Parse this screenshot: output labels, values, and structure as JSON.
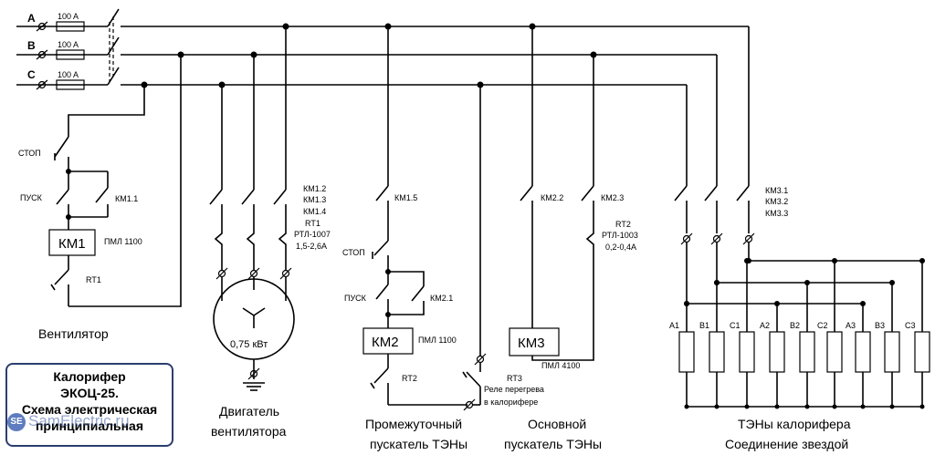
{
  "phases": [
    "A",
    "B",
    "C"
  ],
  "fuse_rating": "100 A",
  "fan": {
    "stop": "СТОП",
    "start": "ПУСК",
    "km1_1": "КМ1.1",
    "coil": "КМ1",
    "coil_model": "ПМЛ 1100",
    "rt1_contact": "RT1",
    "caption": "Вентилятор"
  },
  "motor": {
    "contacts": [
      "КМ1.2",
      "КМ1.3",
      "КМ1.4"
    ],
    "relay": [
      "RT1",
      "РТЛ-1007",
      "1,5-2,6А"
    ],
    "power": "0,75 кВт",
    "caption": [
      "Двигатель",
      "вентилятора"
    ]
  },
  "intermediate": {
    "km1_5": "КМ1.5",
    "stop": "СТОП",
    "start": "ПУСК",
    "km2_1": "КМ2.1",
    "coil": "КМ2",
    "coil_model": "ПМЛ 1100",
    "rt2": "RT2",
    "rt3": "RT3",
    "overheat": [
      "Реле перегрева",
      "в калорифере"
    ],
    "caption": [
      "Промежуточный",
      "пускатель ТЭНы"
    ]
  },
  "main_starter": {
    "contacts": [
      "КМ2.2",
      "КМ2.3"
    ],
    "relay": [
      "RT2",
      "РТЛ-1003",
      "0,2-0,4А"
    ],
    "coil": "КМ3",
    "coil_model": "ПМЛ 4100",
    "caption": [
      "Основной",
      "пускатель ТЭНы"
    ]
  },
  "heaters": {
    "contacts": [
      "КМ3.1",
      "КМ3.2",
      "КМ3.3"
    ],
    "labels": [
      "A1",
      "B1",
      "C1",
      "A2",
      "B2",
      "C2",
      "A3",
      "B3",
      "C3"
    ],
    "caption": [
      "ТЭНы калорифера",
      "Соединение звездой"
    ]
  },
  "title": [
    "Калорифер",
    "ЭКОЦ-25.",
    "Схема электрическая",
    "принципиальная"
  ],
  "watermark": "SamElectric.ru"
}
